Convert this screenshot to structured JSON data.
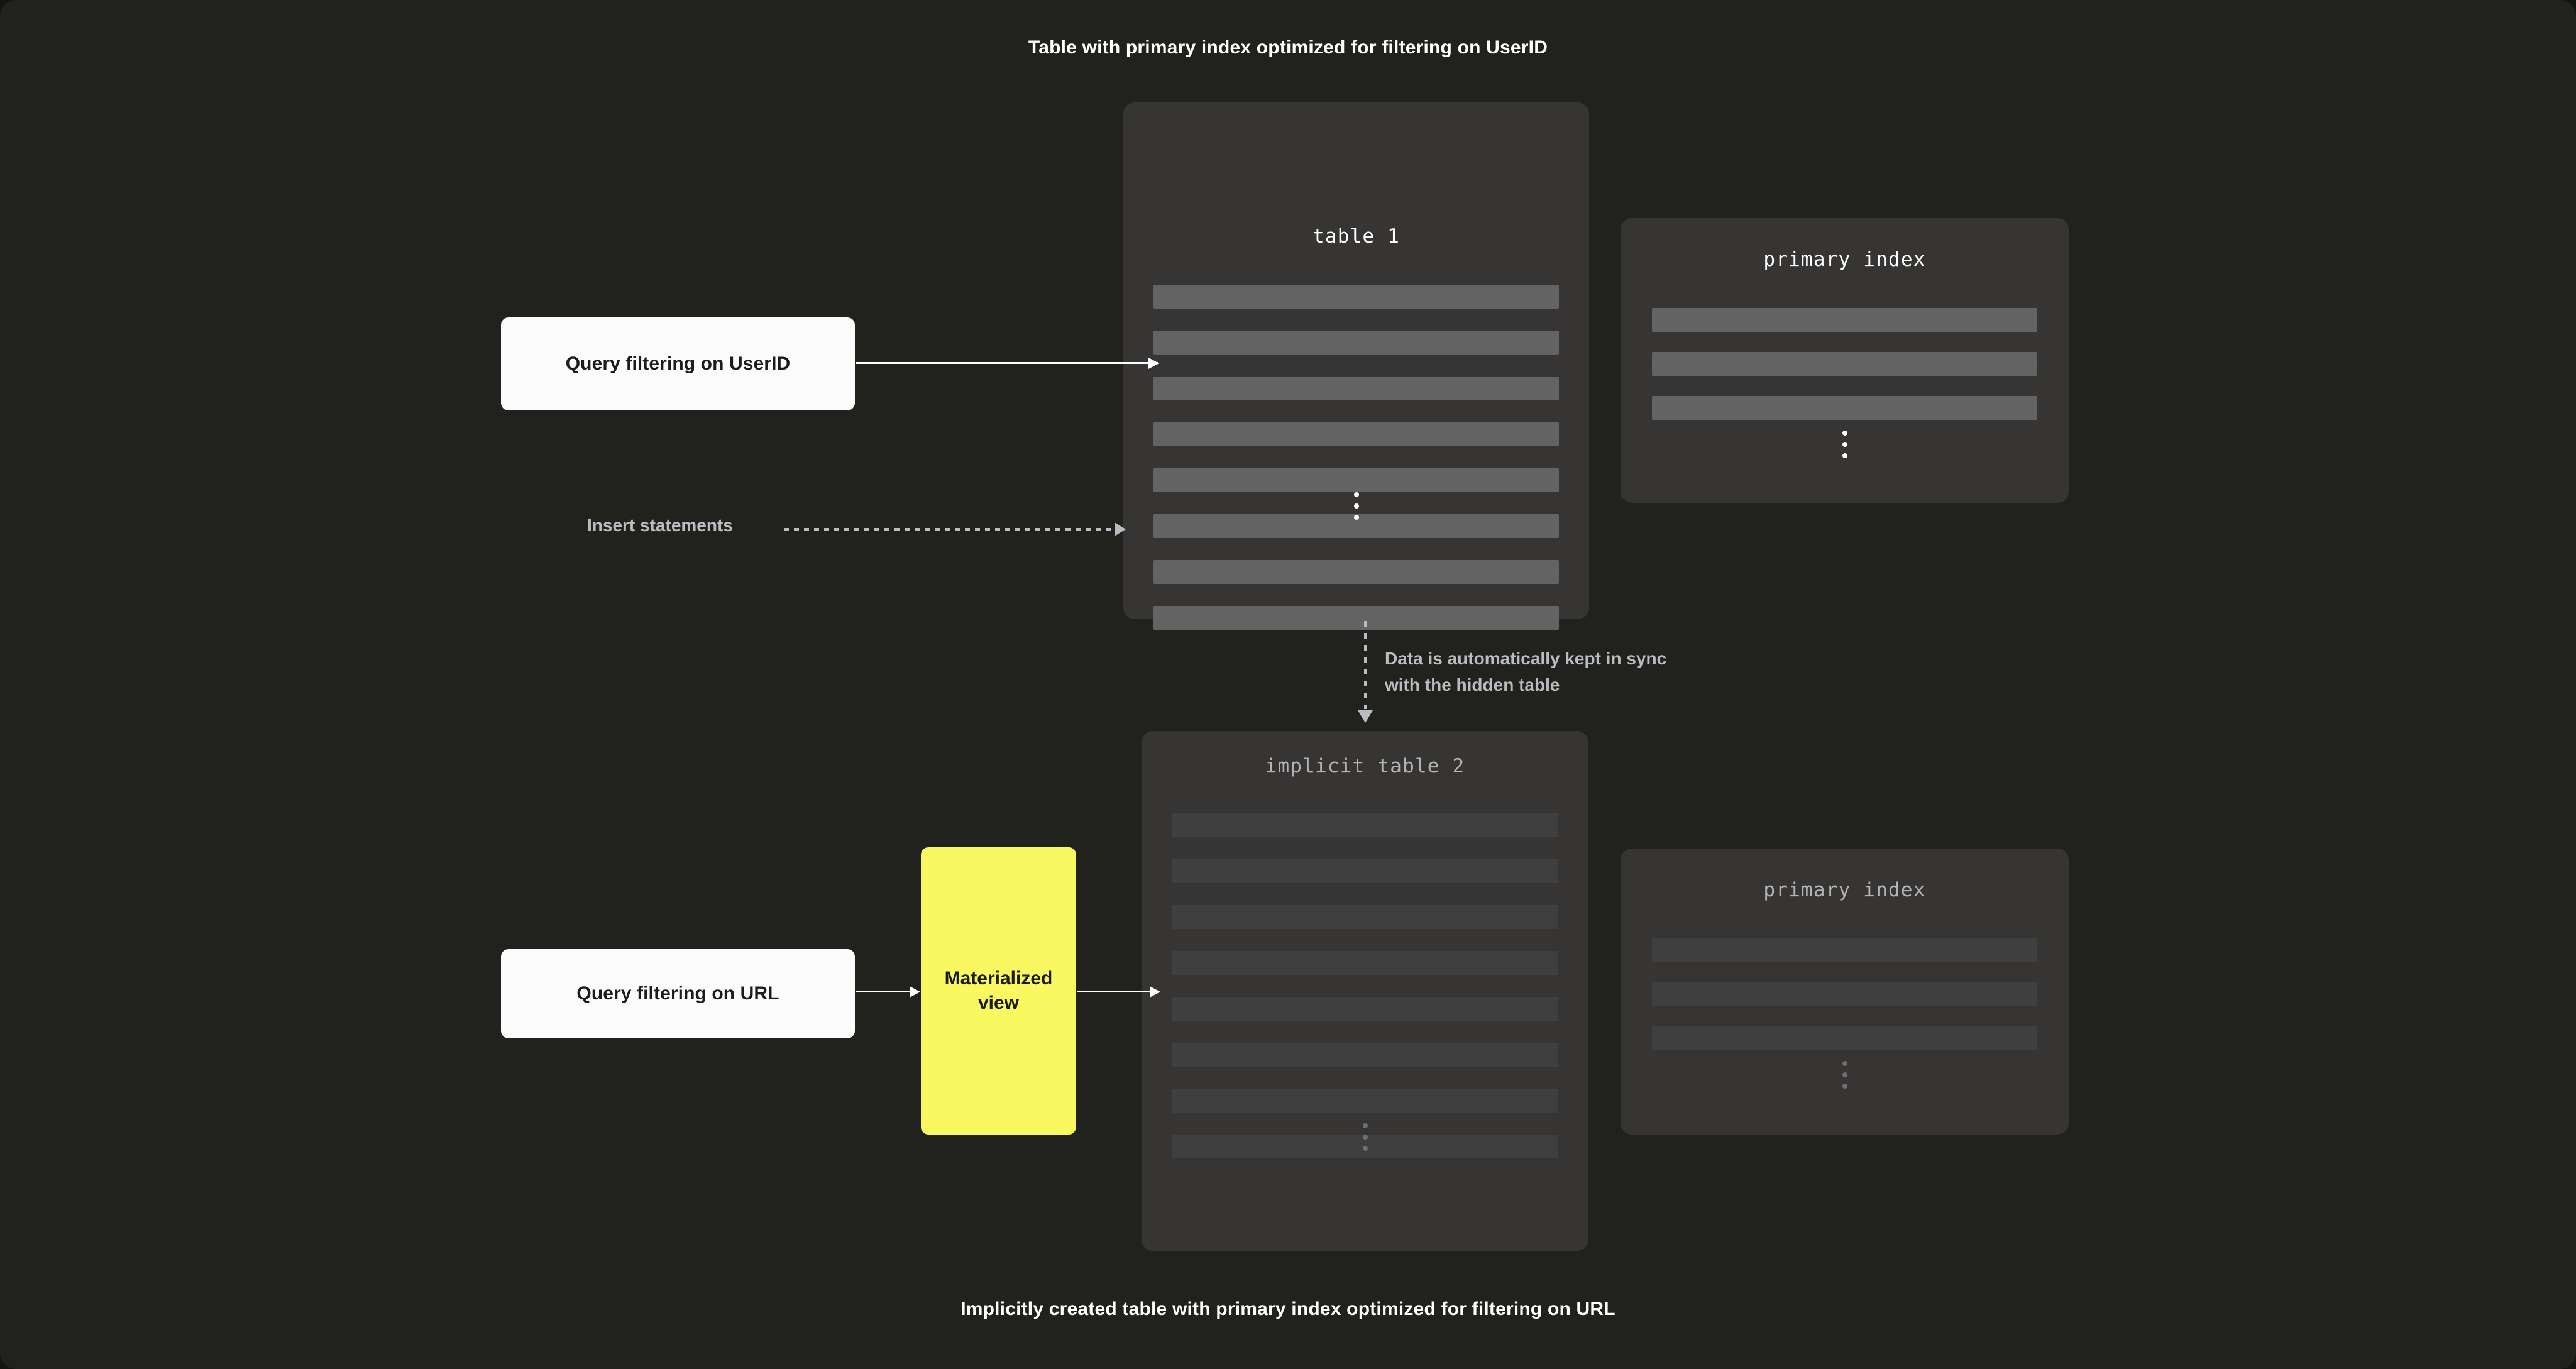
{
  "diagram": {
    "background_color": "#21211d",
    "caption_top": "Table with primary index optimized for filtering on UserID",
    "caption_bottom": "Implicitly created table with primary index optimized for filtering on URL"
  },
  "table1": {
    "title": "table 1",
    "row_count": 8,
    "row_color": "#636363",
    "card_color": "#363533",
    "ellipsis": "vertical-ellipsis"
  },
  "index1": {
    "title": "primary index",
    "row_count": 3,
    "row_color": "#636363",
    "card_color": "#363533",
    "ellipsis": "vertical-ellipsis"
  },
  "table2": {
    "title": "implicit table 2",
    "row_count": 8,
    "row_color": "#3f3f3f",
    "card_color": "#363533",
    "ellipsis": "vertical-ellipsis"
  },
  "index2": {
    "title": "primary index",
    "row_count": 3,
    "row_color": "#3f3f3f",
    "card_color": "#363533",
    "ellipsis": "vertical-ellipsis"
  },
  "queries": {
    "userid_label": "Query filtering on UserID",
    "url_label": "Query filtering on URL",
    "box_color": "#fbfbfb",
    "text_color": "#1c1c1c"
  },
  "materialized_view": {
    "label": "Materialized view",
    "color": "#faf861",
    "text_color": "#1c1c1c"
  },
  "annotations": {
    "insert_statements": "Insert statements",
    "sync_note": "Data is automatically kept in sync\nwith the hidden table",
    "annotation_color": "#b8bdc2"
  }
}
